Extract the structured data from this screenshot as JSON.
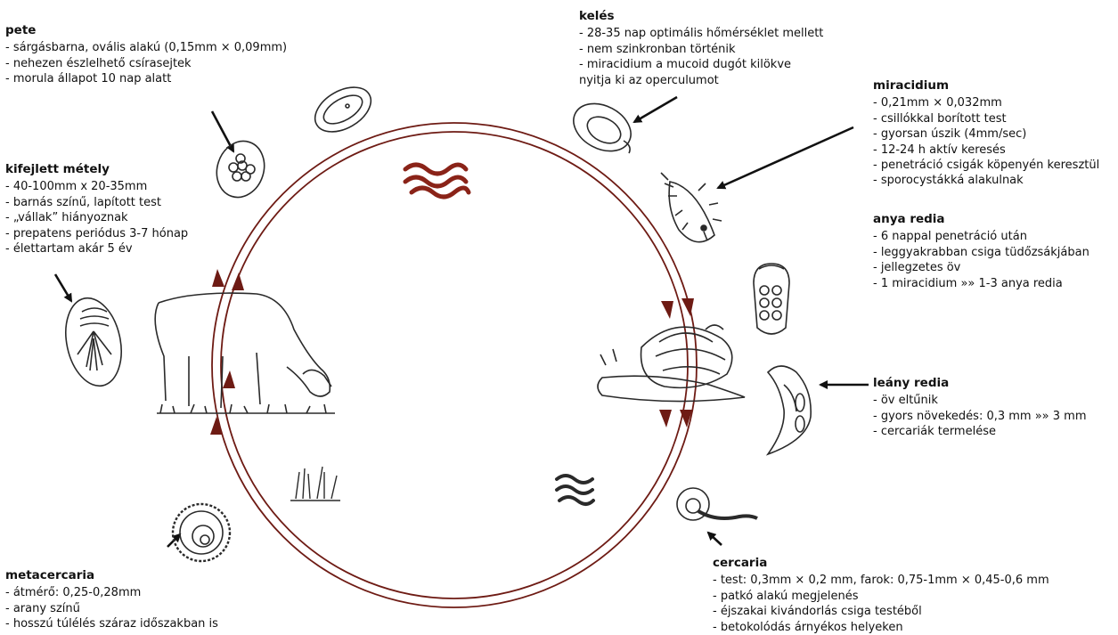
{
  "stages": {
    "pete": {
      "title": "pete",
      "lines": [
        "- sárgásbarna, ovális alakú (0,15mm × 0,09mm)",
        "- nehezen észlelhető csírasejtek",
        "- morula állapot 10 nap alatt"
      ]
    },
    "keles": {
      "title": "kelés",
      "lines": [
        "- 28-35 nap optimális hőmérséklet mellett",
        "- nem szinkronban történik",
        "- miracidium a mucoid dugót kilökve",
        "nyitja ki az operculumot"
      ]
    },
    "miracidium": {
      "title": "miracidium",
      "lines": [
        "- 0,21mm × 0,032mm",
        "- csillókkal borított test",
        "- gyorsan úszik (4mm/sec)",
        "- 12-24 h aktív keresés",
        "- penetráció csigák köpenyén keresztül",
        "- sporocystákká alakulnak"
      ]
    },
    "anya_redia": {
      "title": "anya redia",
      "lines": [
        "- 6 nappal penetráció után",
        "- leggyakrabban csiga tüdőzsákjában",
        "- jellegzetes öv",
        "- 1 miracidium »» 1-3 anya redia"
      ]
    },
    "leany_redia": {
      "title": "leány redia",
      "lines": [
        "- öv eltűnik",
        "- gyors növekedés: 0,3 mm »» 3 mm",
        "- cercariák termelése"
      ]
    },
    "cercaria": {
      "title": "cercaria",
      "lines": [
        "- test: 0,3mm × 0,2 mm, farok: 0,75-1mm × 0,45-0,6 mm",
        "- patkó alakú megjelenés",
        "- éjszakai kivándorlás csiga testéből",
        "- betokolódás árnyékos helyeken"
      ]
    },
    "metacercaria": {
      "title": "metacercaria",
      "lines": [
        "- átmérő: 0,25-0,28mm",
        "- arany színű",
        "- hosszú túlélés száraz időszakban is"
      ]
    },
    "kifejlett": {
      "title": "kifejlett métely",
      "lines": [
        "- 40-100mm x 20-35mm",
        "- barnás színű, lapított test",
        "- „vállak” hiányoznak",
        "- prepatens periódus 3-7 hónap",
        "- élettartam akár 5 év"
      ]
    }
  },
  "colors": {
    "cycle_arrow": "#6e1b14",
    "drawing": "#2a2a2a",
    "worm_red": "#8a2318"
  }
}
